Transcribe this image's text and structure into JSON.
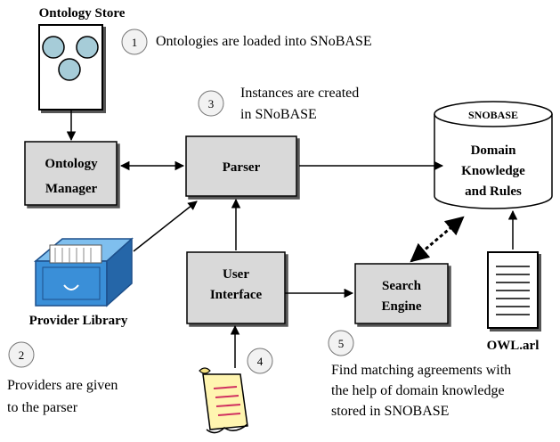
{
  "ontology_store": {
    "title": "Ontology Store"
  },
  "steps": [
    {
      "num": "1",
      "text": "Ontologies are loaded into SNoBASE"
    },
    {
      "num": "2",
      "lines": [
        "Providers are given",
        "to the parser"
      ]
    },
    {
      "num": "3",
      "lines": [
        "Instances are created",
        "in SNoBASE"
      ]
    },
    {
      "num": "4"
    },
    {
      "num": "5",
      "lines": [
        "Find matching agreements  with",
        "the help of domain knowledge",
        "stored in  SNOBASE"
      ]
    }
  ],
  "boxes": {
    "ontology_manager": [
      "Ontology",
      "Manager"
    ],
    "parser": "Parser",
    "user_interface": [
      "User",
      "Interface"
    ],
    "search_engine": [
      "Search",
      "Engine"
    ]
  },
  "snobase": {
    "title": "SNOBASE",
    "lines": [
      "Domain",
      "Knowledge",
      "and Rules"
    ]
  },
  "provider_library": {
    "label": "Provider Library"
  },
  "owl_file": {
    "label": "OWL.arl"
  },
  "colors": {
    "box_fill": "#d9d9d9",
    "circle_fill": "#a6ccd8",
    "cabinet_blue": "#3a8fd8"
  }
}
